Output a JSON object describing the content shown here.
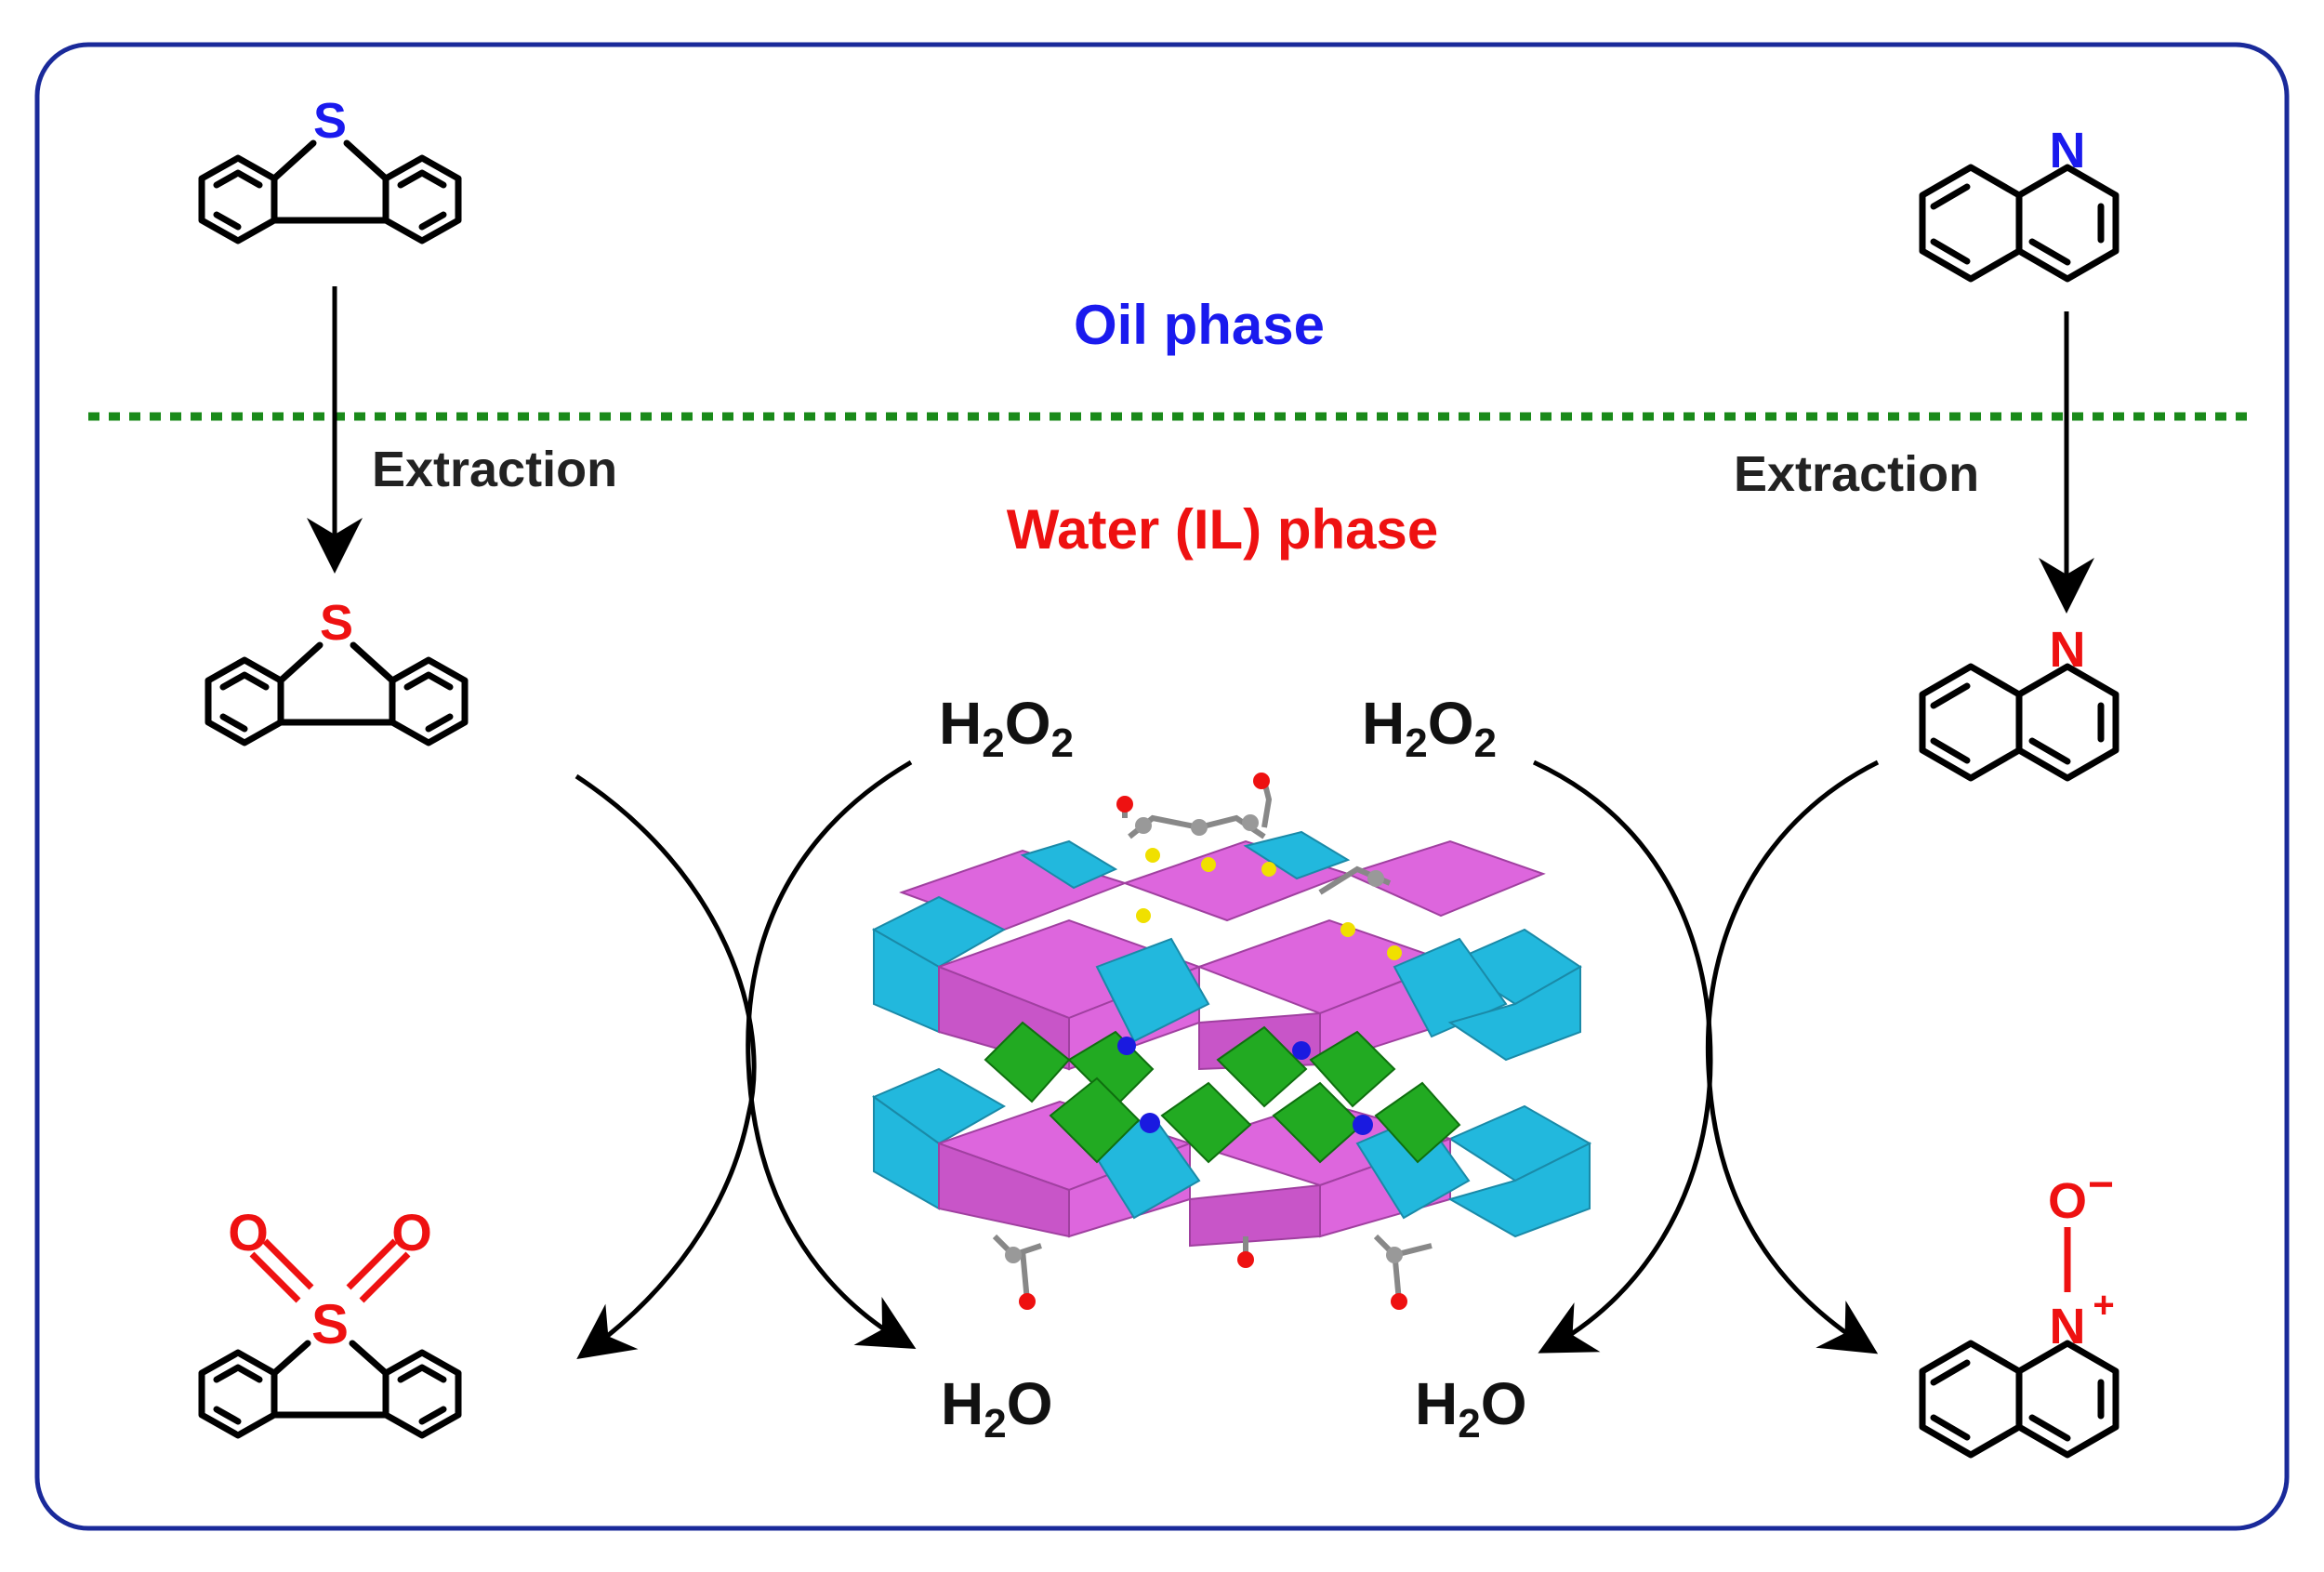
{
  "phases": {
    "oil": "Oil phase",
    "water": "Water (IL) phase"
  },
  "labels": {
    "extraction_left": "Extraction",
    "extraction_right": "Extraction",
    "h2o2_left_main": "H",
    "h2o2_left_sub1": "2",
    "h2o2_left_o": "O",
    "h2o2_left_sub2": "2",
    "h2o2_right_main": "H",
    "h2o2_right_sub1": "2",
    "h2o2_right_o": "O",
    "h2o2_right_sub2": "2",
    "h2o_left_h": "H",
    "h2o_left_sub": "2",
    "h2o_left_o": "O",
    "h2o_right_h": "H",
    "h2o_right_sub": "2",
    "h2o_right_o": "O"
  },
  "atoms": {
    "s_top": "S",
    "s_mid": "S",
    "s_bottom": "S",
    "o_left": "O",
    "o_right": "O",
    "n_top": "N",
    "n_mid": "N",
    "n_oxide": "N",
    "n_oxide_charge": "+",
    "o_oxide": "O",
    "o_oxide_charge": "−"
  },
  "colors": {
    "frame": "#1a2a9a",
    "oil_text": "#1a1aee",
    "water_text": "#ee1111",
    "divider": "#1a8a1a",
    "magenta": "#dd66dd",
    "cyan": "#22b8dd",
    "green": "#22aa22"
  }
}
